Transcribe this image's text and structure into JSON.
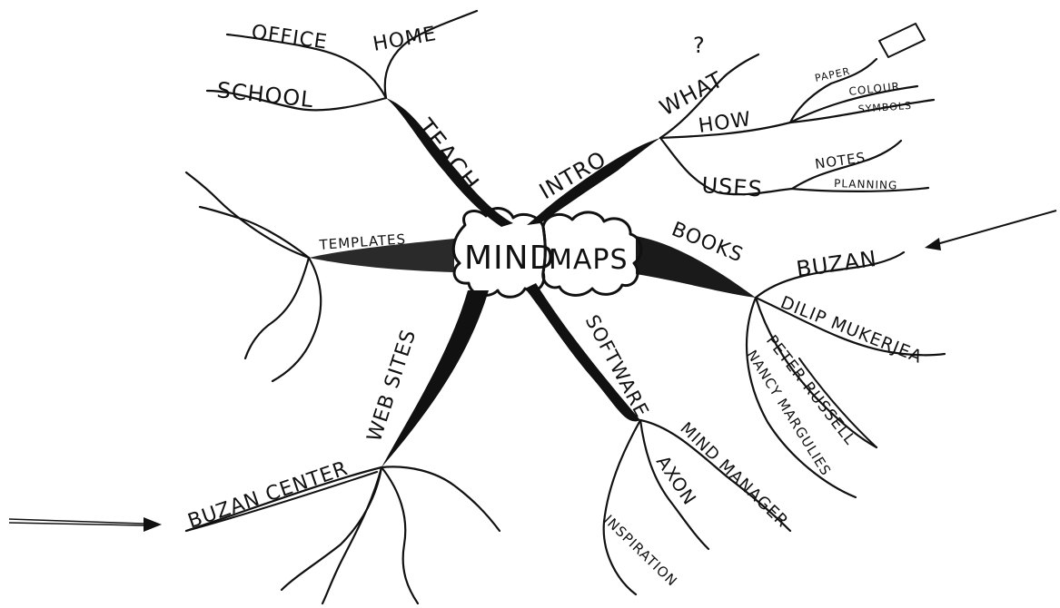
{
  "title": {
    "word1": "MIND",
    "word2": "MAPS"
  },
  "branches": {
    "teach": {
      "label": "TEACH",
      "children": [
        "OFFICE",
        "HOME",
        "SCHOOL"
      ]
    },
    "intro": {
      "label": "INTRO",
      "children": {
        "what": "WHAT",
        "question_mark": "?",
        "how": "HOW",
        "how_children": [
          "PAPER",
          "COLOUR",
          "SYMBOLS"
        ],
        "uses": "USES",
        "uses_children": [
          "NOTES",
          "PLANNING"
        ]
      }
    },
    "templates": {
      "label": "TEMPLATES"
    },
    "books": {
      "label": "BOOKS",
      "children": [
        "BUZAN",
        "DILIP MUKERJEA",
        "PETER RUSSELL",
        "NANCY MARGULIES"
      ]
    },
    "web_sites": {
      "label": "WEB SITES",
      "children": [
        "BUZAN CENTER"
      ]
    },
    "software": {
      "label": "SOFTWARE",
      "children": [
        "MIND MANAGER",
        "AXON",
        "INSPIRATION"
      ]
    }
  },
  "annotations": {
    "arrow_right": "arrow pointing to BUZAN",
    "arrow_left": "arrow pointing to BUZAN CENTER"
  },
  "colors": {
    "ink": "#111111",
    "paper": "#ffffff"
  }
}
